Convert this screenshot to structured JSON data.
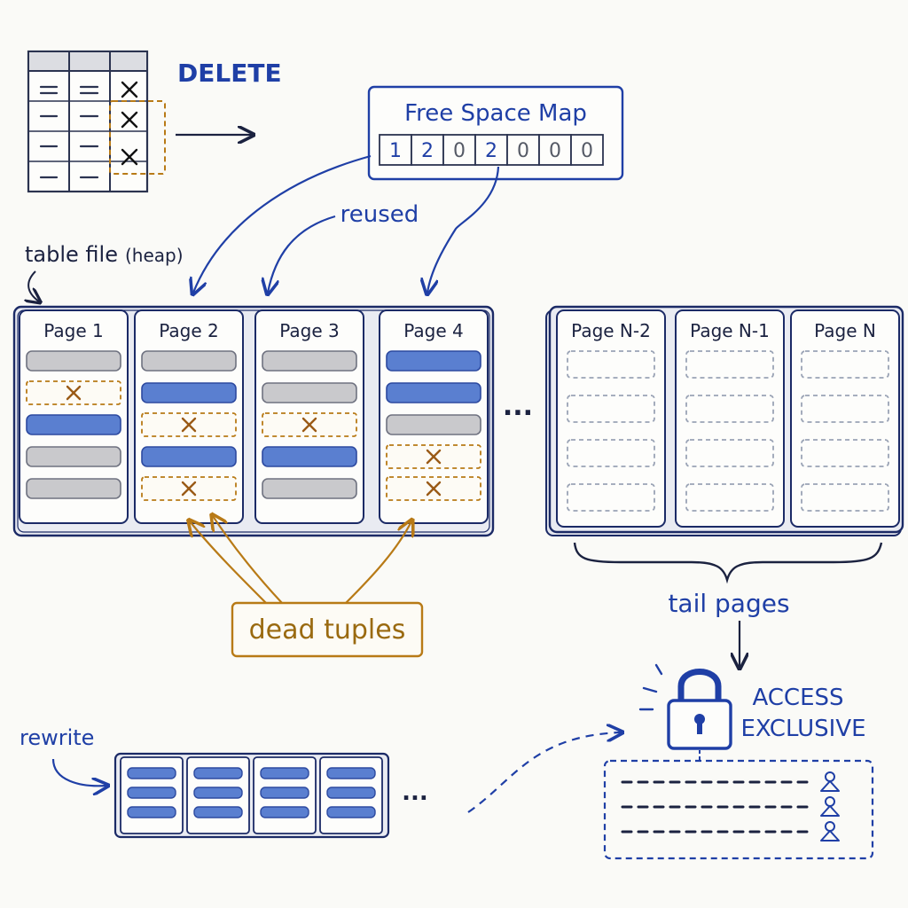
{
  "labels": {
    "delete": "DELETE",
    "fsm_title": "Free Space Map",
    "reused": "reused",
    "table_file": "table file",
    "heap": "(heap)",
    "ellipsis": "...",
    "tail_pages": "tail pages",
    "dead_tuples": "dead tuples",
    "access": "ACCESS",
    "exclusive": "EXCLUSIVE",
    "rewrite": "rewrite"
  },
  "fsm_values": [
    "1",
    "2",
    "0",
    "2",
    "0",
    "0",
    "0"
  ],
  "pages": [
    {
      "label": "Page 1",
      "rows": [
        "live-gray",
        "dead",
        "live-blue",
        "live-gray",
        "live-gray"
      ]
    },
    {
      "label": "Page 2",
      "rows": [
        "live-gray",
        "live-blue",
        "dead",
        "live-blue",
        "dead"
      ]
    },
    {
      "label": "Page 3",
      "rows": [
        "live-gray",
        "live-gray",
        "dead",
        "live-blue",
        "live-gray"
      ]
    },
    {
      "label": "Page 4",
      "rows": [
        "live-blue",
        "live-blue",
        "live-gray",
        "dead",
        "dead"
      ]
    }
  ],
  "tail_pages": [
    {
      "label": "Page N-2",
      "rows": 4
    },
    {
      "label": "Page N-1",
      "rows": 4
    },
    {
      "label": "Page N",
      "rows": 4
    }
  ],
  "colors": {
    "ink": "#1b2240",
    "blue": "#1f3fa6",
    "amber": "#b87a16",
    "tuple_blue": "#5a7fd0",
    "tuple_gray": "#c9c9cc",
    "dashed_gray": "#9aa3b5"
  }
}
